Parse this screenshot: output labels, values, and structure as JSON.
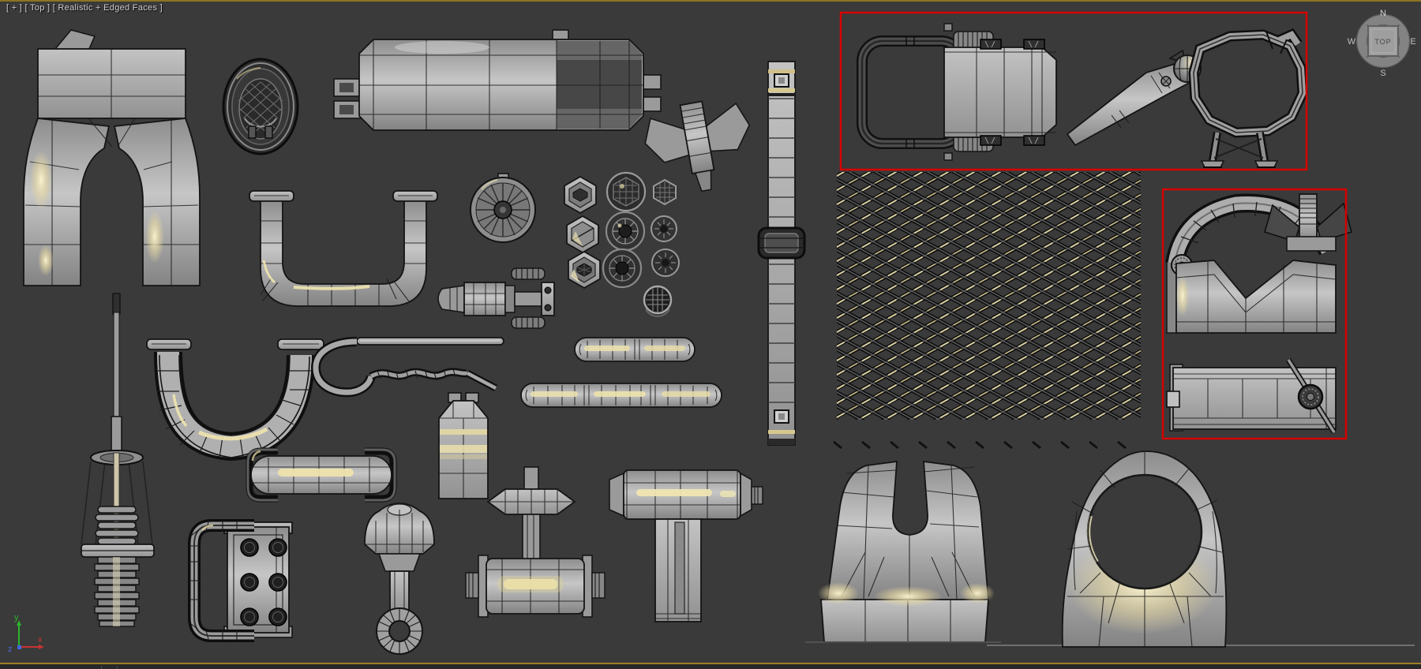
{
  "viewport": {
    "label": "[ + ] [ Top ] [ Realistic + Edged Faces ]",
    "view_name": "Top",
    "shading_mode": "Realistic + Edged Faces"
  },
  "viewcube": {
    "face": "TOP",
    "north": "N",
    "east": "E",
    "south": "S",
    "west": "W"
  },
  "axis_gizmo": {
    "x": "x",
    "y": "y",
    "z": "z"
  },
  "selection_boxes": [
    {
      "id": "selection-1",
      "contains": [
        "handle-frame",
        "equipment-box",
        "lever-arm",
        "ring-stand"
      ]
    },
    {
      "id": "selection-2",
      "contains": [
        "pipe-clamp",
        "channel-box"
      ]
    }
  ],
  "colors": {
    "background": "#3a3a3a",
    "selection": "#d60000",
    "viewport_border": "#8d7422",
    "label_text": "#cfcfcf",
    "axis_x": "#cc3333",
    "axis_y": "#2db52d",
    "axis_z": "#4466dd",
    "warm_highlight": "#f2e7bb"
  },
  "objects": [
    "arch-yoke",
    "mesh-cap",
    "muffler",
    "wing-nut",
    "square-u-pipe",
    "impeller-fan",
    "hex-nut-large-1",
    "hex-nut-large-2",
    "hex-nut-large-3",
    "round-gear-1",
    "round-gear-2",
    "round-gear-3",
    "hex-nut-small",
    "small-gear-1",
    "small-gear-2",
    "mesh-dome-cap",
    "spark-plug",
    "segmented-strap",
    "chain-link-mesh",
    "handle-frame",
    "equipment-box",
    "lever-arm",
    "ring-stand",
    "pipe-clamp",
    "channel-box",
    "curved-u-pipe",
    "antenna-mast",
    "hook-rod",
    "capsule-rod-short",
    "capsule-rod-long",
    "pill-container",
    "framed-capsule",
    "bolt-plate",
    "valve-plunger",
    "mace-cylinder",
    "hammer-tool",
    "clevis-mount",
    "eye-mount"
  ]
}
